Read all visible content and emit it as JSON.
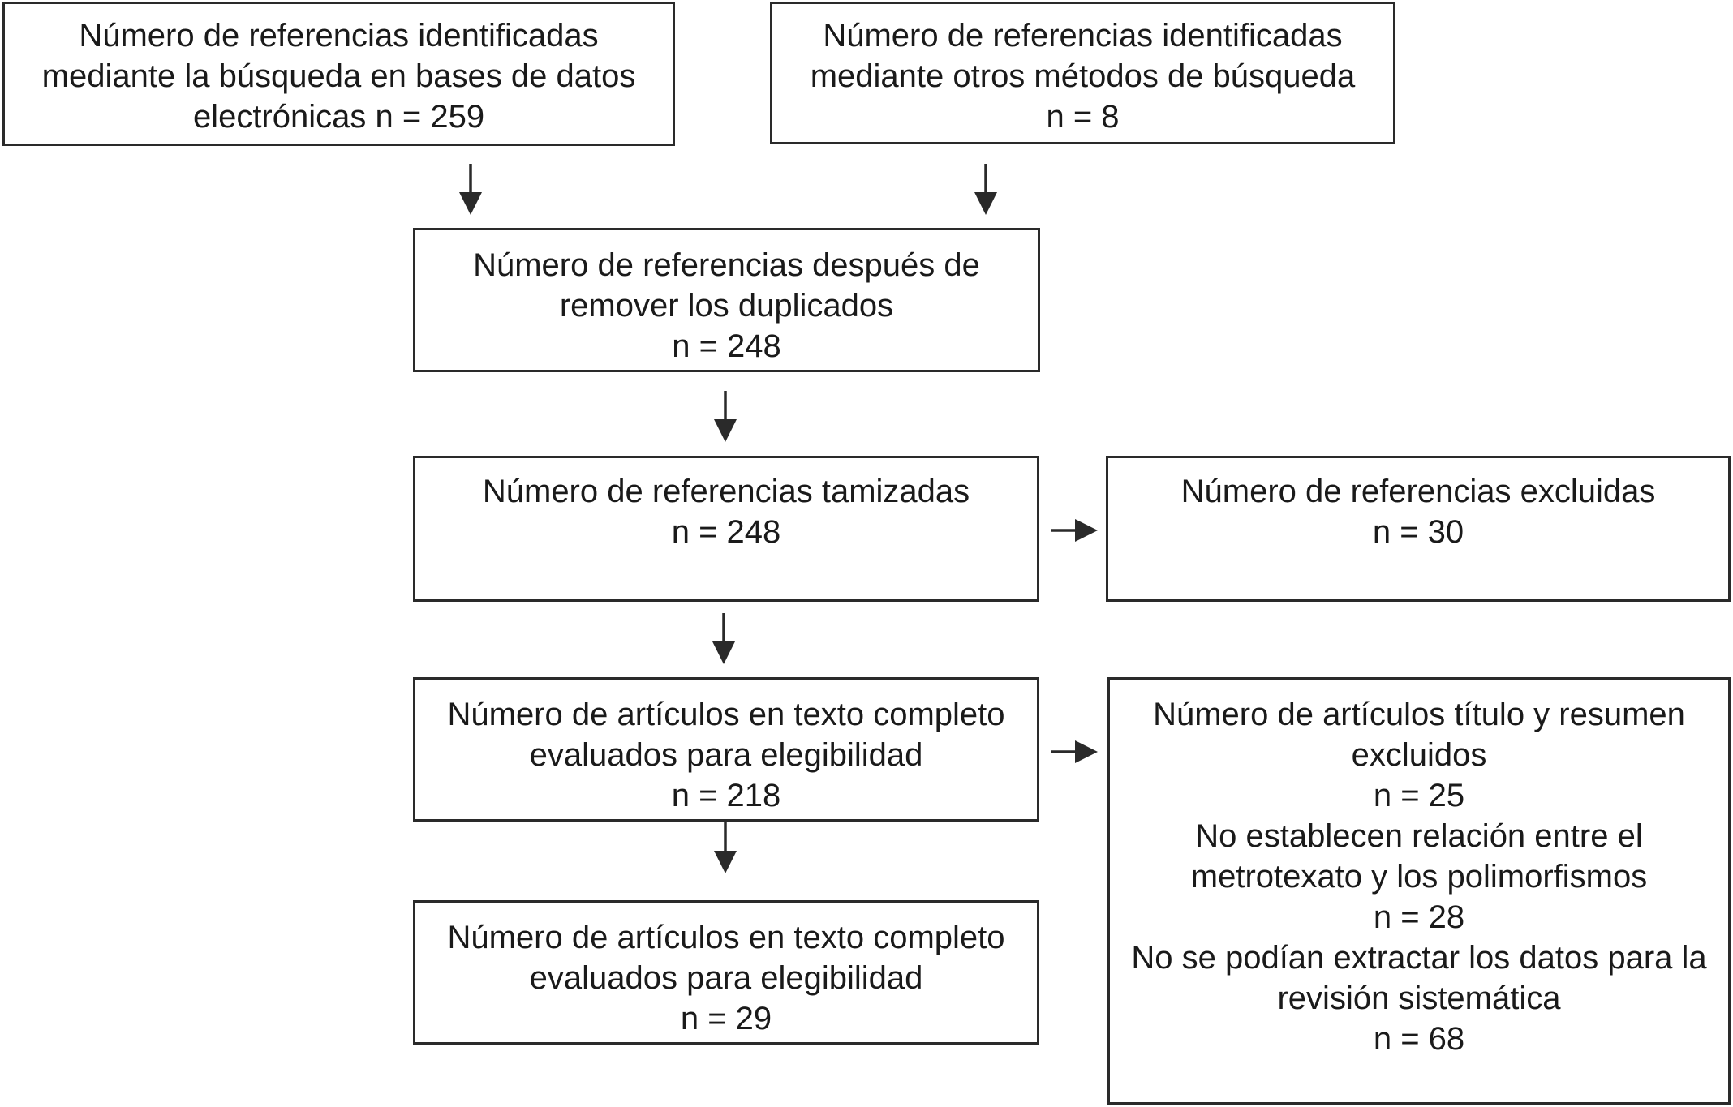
{
  "boxes": {
    "db_search": {
      "lines": [
        "Número de referencias identificadas",
        "mediante la búsqueda en bases de datos",
        "electrónicas n = 259"
      ]
    },
    "other_search": {
      "lines": [
        "Número de referencias identificadas",
        "mediante otros métodos de búsqueda",
        "n = 8"
      ]
    },
    "after_duplicates": {
      "lines": [
        "Número de referencias después de",
        "remover los duplicados",
        "n = 248"
      ]
    },
    "screened": {
      "lines": [
        "Número de referencias tamizadas",
        "n = 248"
      ]
    },
    "excluded": {
      "lines": [
        "Número de referencias excluidas",
        "n = 30"
      ]
    },
    "fulltext_assessed": {
      "lines": [
        "Número de artículos en texto completo",
        "evaluados para elegibilidad",
        "n = 218"
      ]
    },
    "fulltext_excluded": {
      "lines": [
        "Número de artículos título y resumen",
        "excluidos",
        "n = 25",
        "No establecen relación entre el",
        "metrotexato y los polimorfismos",
        "n = 28",
        "No se podían extractar los datos para la",
        "revisión sistemática",
        "n = 68"
      ]
    },
    "included": {
      "lines": [
        "Número de artículos en texto completo",
        "evaluados para elegibilidad",
        "n = 29"
      ]
    }
  }
}
